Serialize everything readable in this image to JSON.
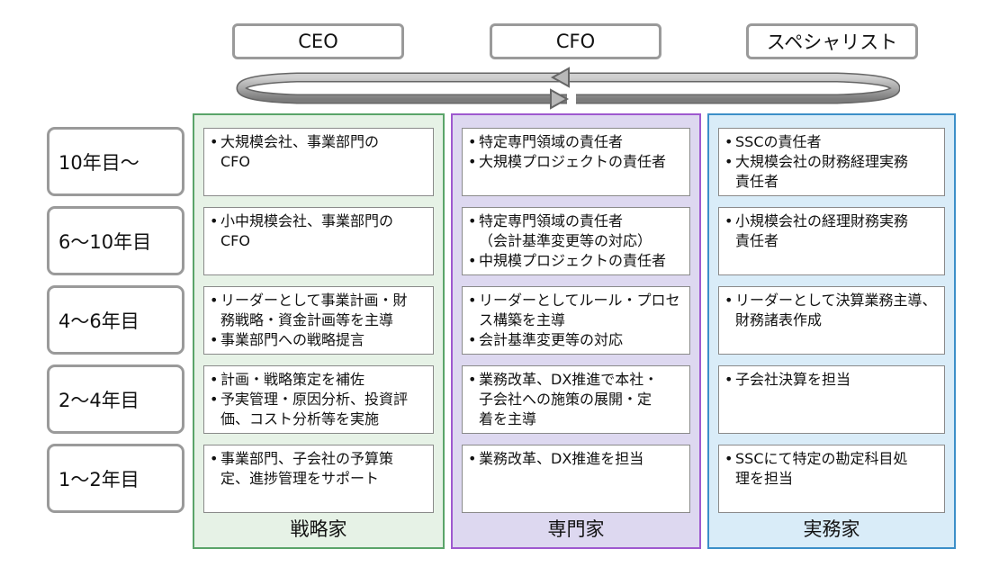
{
  "roles": [
    "CEO",
    "CFO",
    "スペシャリスト"
  ],
  "rows": [
    "10年目〜",
    "6〜10年目",
    "4〜6年目",
    "2〜4年目",
    "1〜2年目"
  ],
  "columns": [
    {
      "footer": "戦略家",
      "cells": [
        [
          [
            "大規模会社、事業部門の",
            "CFO"
          ]
        ],
        [
          [
            "小中規模会社、事業部門の",
            "CFO"
          ]
        ],
        [
          [
            "リーダーとして事業計画・財",
            "務戦略・資金計画等を主導"
          ],
          [
            "事業部門への戦略提言"
          ]
        ],
        [
          [
            "計画・戦略策定を補佐"
          ],
          [
            "予実管理・原因分析、投資評",
            "価、コスト分析等を実施"
          ]
        ],
        [
          [
            "事業部門、子会社の予算策",
            "定、進捗管理をサポート"
          ]
        ]
      ]
    },
    {
      "footer": "専門家",
      "cells": [
        [
          [
            "特定専門領域の責任者"
          ],
          [
            "大規模プロジェクトの責任者"
          ]
        ],
        [
          [
            "特定専門領域の責任者",
            "（会計基準変更等の対応）"
          ],
          [
            "中規模プロジェクトの責任者"
          ]
        ],
        [
          [
            "リーダーとしてルール・プロセ",
            "ス構築を主導"
          ],
          [
            "会計基準変更等の対応"
          ]
        ],
        [
          [
            "業務改革、DX推進で本社・",
            "子会社への施策の展開・定",
            "着を主導"
          ]
        ],
        [
          [
            "業務改革、DX推進を担当"
          ]
        ]
      ]
    },
    {
      "footer": "実務家",
      "cells": [
        [
          [
            "SSCの責任者"
          ],
          [
            "大規模会社の財務経理実務",
            "責任者"
          ]
        ],
        [
          [
            "小規模会社の経理財務実務",
            "責任者"
          ]
        ],
        [
          [
            "リーダーとして決算業務主導、",
            "財務諸表作成"
          ]
        ],
        [
          [
            "子会社決算を担当"
          ]
        ],
        [
          [
            "SSCにて特定の勘定科目処",
            "理を担当"
          ]
        ]
      ]
    }
  ],
  "colors": {
    "strategist_bg": "#e6f2e6",
    "strategist_border": "#5aa469",
    "expert_bg": "#ddd8f0",
    "expert_border": "#9e59cf",
    "practice_bg": "#d9ecf8",
    "practice_border": "#3c8fc8"
  },
  "icons": [
    "cycle-arrow-icon"
  ]
}
